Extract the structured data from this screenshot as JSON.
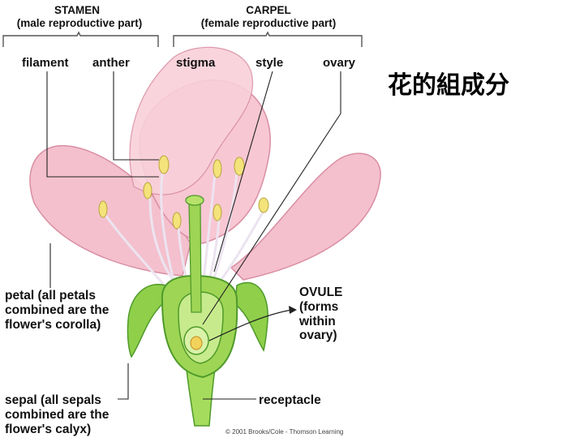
{
  "title": "花的組成分",
  "groups": {
    "stamen": {
      "name": "STAMEN",
      "desc": "(male reproductive part)"
    },
    "carpel": {
      "name": "CARPEL",
      "desc": "(female reproductive part)"
    }
  },
  "parts": {
    "filament": "filament",
    "anther": "anther",
    "stigma": "stigma",
    "style": "style",
    "ovary": "ovary",
    "petal": "petal (all petals\ncombined are the\nflower's corolla)",
    "ovule": "OVULE\n(forms\nwithin\novary)",
    "sepal": "sepal (all sepals\ncombined are the\nflower's calyx)",
    "receptacle": "receptacle"
  },
  "credit": "© 2001 Brooks/Cole - Thomson Learning",
  "colors": {
    "petal": "#f2b8c6",
    "petal_edge": "#d98ea4",
    "green": "#8fcf4a",
    "green_dark": "#4f9a2a",
    "anther": "#f3e37a",
    "filament": "#f4eef6"
  }
}
